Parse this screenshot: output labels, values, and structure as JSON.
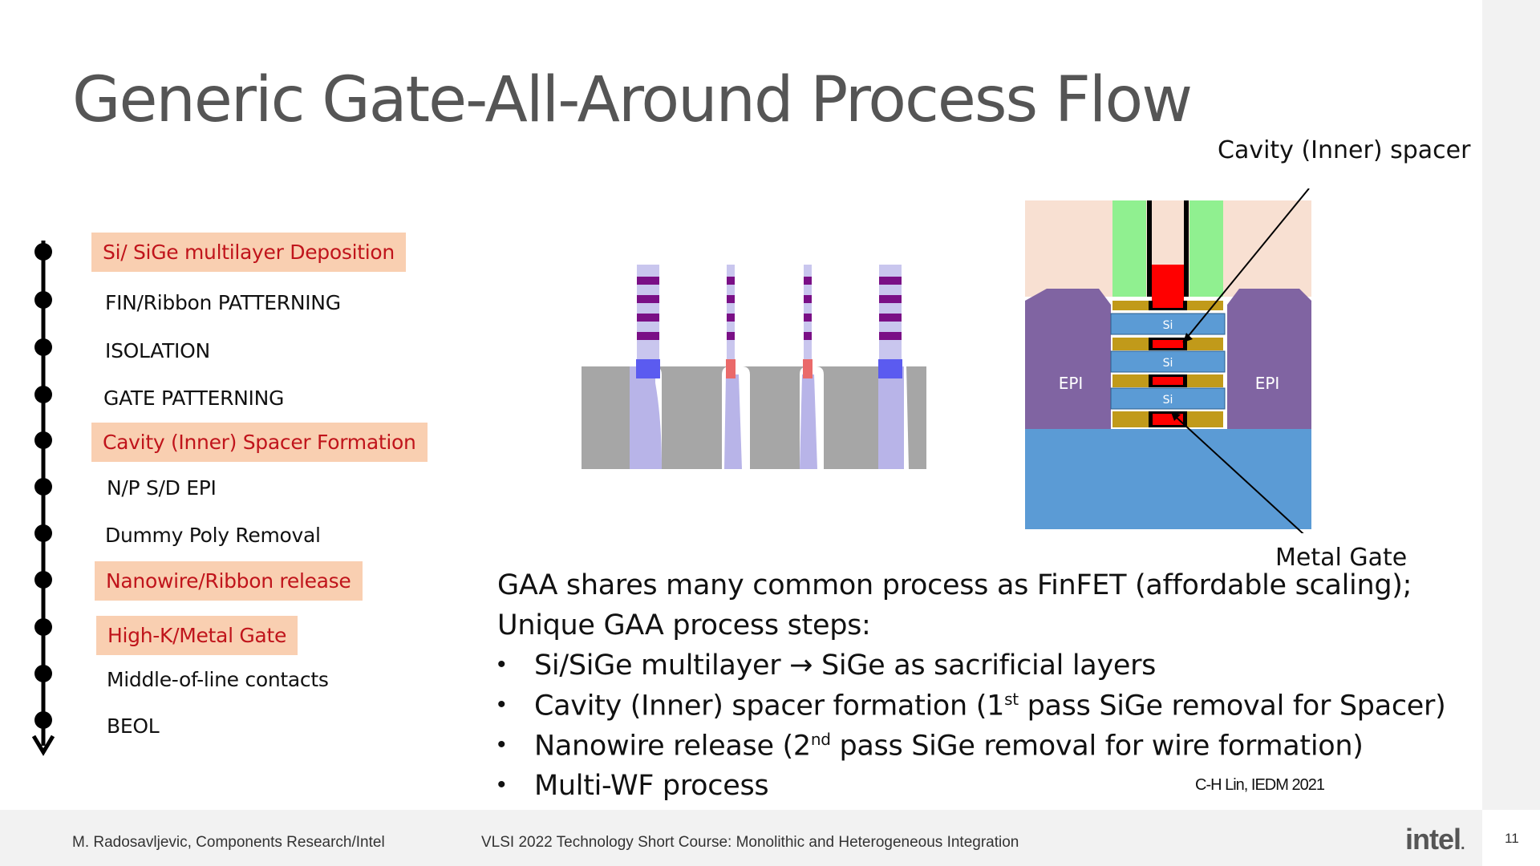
{
  "title": "Generic Gate-All-Around Process Flow",
  "steps": [
    {
      "label": "Si/ SiGe multilayer Deposition",
      "highlighted": true
    },
    {
      "label": "FIN/Ribbon PATTERNING",
      "highlighted": false
    },
    {
      "label": "ISOLATION",
      "highlighted": false
    },
    {
      "label": "GATE PATTERNING",
      "highlighted": false
    },
    {
      "label": "Cavity (Inner) Spacer Formation",
      "highlighted": true
    },
    {
      "label": "N/P S/D EPI",
      "highlighted": false
    },
    {
      "label": "Dummy Poly Removal",
      "highlighted": false
    },
    {
      "label": "Nanowire/Ribbon release",
      "highlighted": true
    },
    {
      "label": "High-K/Metal Gate",
      "highlighted": true
    },
    {
      "label": "Middle-of-line contacts",
      "highlighted": false
    },
    {
      "label": "BEOL",
      "highlighted": false
    }
  ],
  "gaa_figure": {
    "label_cavity": "Cavity (Inner) spacer",
    "label_metal_gate": "Metal Gate",
    "epi_left": "EPI",
    "epi_right": "EPI",
    "si_1": "Si",
    "si_2": "Si",
    "si_3": "Si"
  },
  "body": {
    "line1": "GAA shares many common process as FinFET (affordable scaling);",
    "line2": "Unique GAA process steps:",
    "bullet_char": "•",
    "bullet1_a": "Si/SiGe multilayer",
    "bullet1_arrow": "→",
    "bullet1_b": "SiGe as sacrificial layers",
    "bullet2_a": "Cavity (Inner) spacer formation (1",
    "bullet2_sup": "st",
    "bullet2_b": " pass SiGe removal for Spacer)",
    "bullet3_a": "Nanowire release (2",
    "bullet3_sup": "nd",
    "bullet3_b": " pass SiGe removal for wire formation)",
    "bullet4": "Multi-WF process"
  },
  "citation": "C-H Lin, IEDM 2021",
  "footer": {
    "author": "M. Radosavljevic, Components Research/Intel",
    "course": "VLSI 2022 Technology Short Course: Monolithic and Heterogeneous Integration",
    "logo": "intel",
    "logo_dot": ".",
    "page": "11"
  },
  "colors": {
    "highlight_bg": "#f9cfb1",
    "highlight_text": "#c0141b",
    "title": "#555555",
    "footer_bg": "#f2f2f2"
  }
}
